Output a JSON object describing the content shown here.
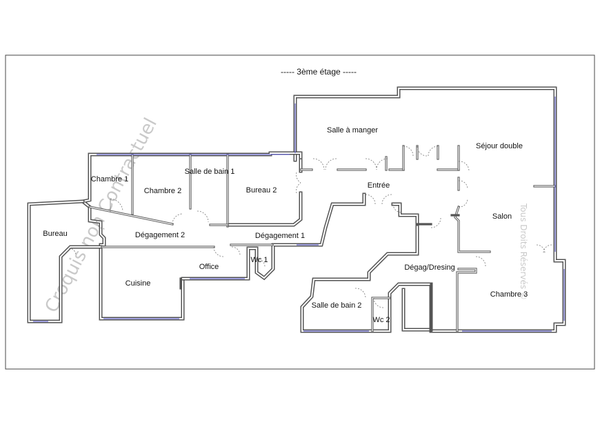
{
  "title": "-----  3ème étage  -----",
  "watermarks": {
    "left": "Croquis non Contractuel",
    "right": "Tous Droits Réservés ©"
  },
  "rooms": {
    "salle_a_manger": "Salle à manger",
    "sejour_double": "Séjour double",
    "chambre_1": "Chambre 1",
    "chambre_2": "Chambre 2",
    "salle_de_bain_1": "Salle de bain 1",
    "bureau_2": "Bureau 2",
    "entree": "Entrée",
    "salon": "Salon",
    "bureau": "Bureau",
    "degagement_2": "Dégagement 2",
    "degagement_1": "Dégagement 1",
    "office": "Office",
    "wc_1": "Wc 1",
    "cuisine": "Cuisine",
    "degag_dresing": "Dégag/Dresing",
    "chambre_3": "Chambre 3",
    "salle_de_bain_2": "Salle de bain 2",
    "wc_2": "Wc 2"
  },
  "colors": {
    "wall": "#555555",
    "window": "#6a6ad0",
    "watermark": "#c9c9c9"
  }
}
